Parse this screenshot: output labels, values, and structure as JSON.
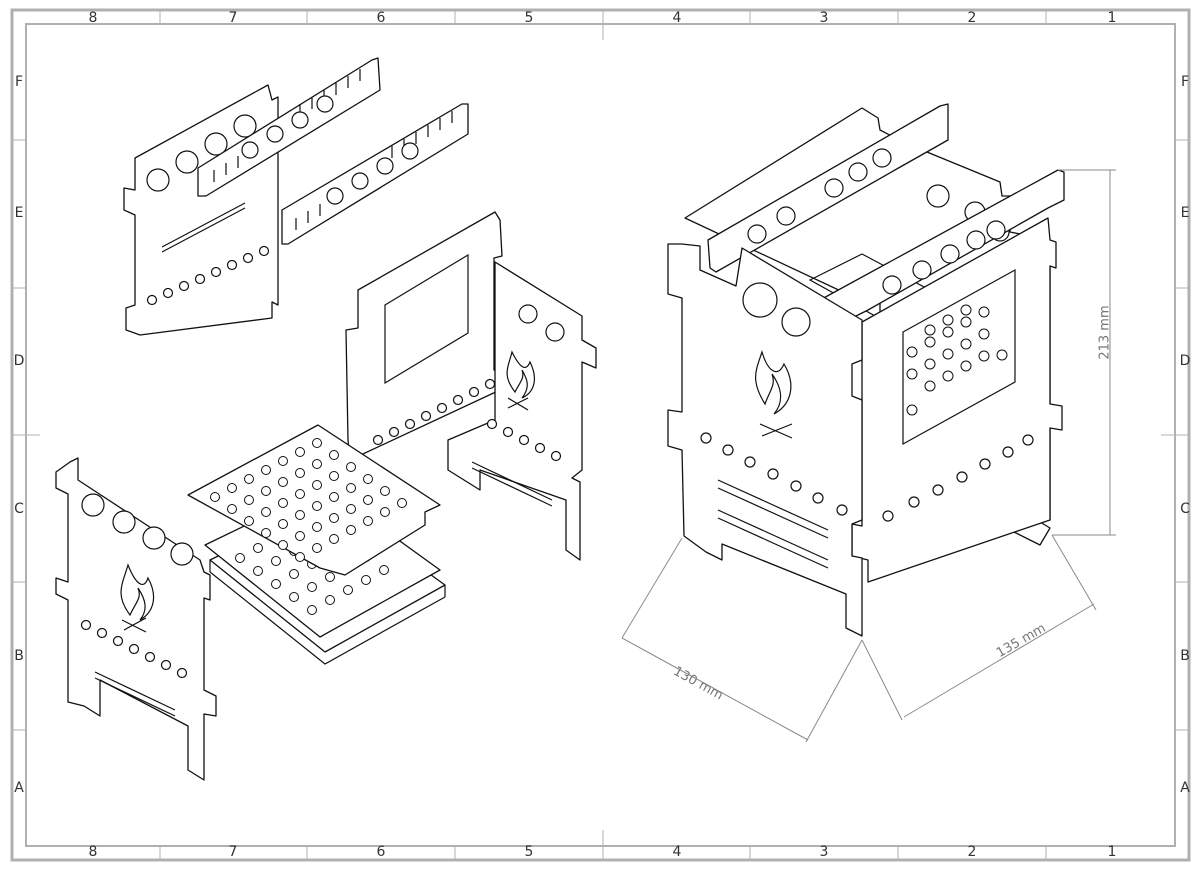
{
  "drawing": {
    "zones_top": [
      "8",
      "7",
      "6",
      "5",
      "4",
      "3",
      "2",
      "1"
    ],
    "zones_bottom": [
      "8",
      "7",
      "6",
      "5",
      "4",
      "3",
      "2",
      "1"
    ],
    "zones_left": [
      "F",
      "E",
      "D",
      "C",
      "B",
      "A"
    ],
    "zones_right": [
      "F",
      "E",
      "D",
      "C",
      "B",
      "A"
    ],
    "dimensions": {
      "height": "213 mm",
      "depth": "130 mm",
      "width": "135 mm"
    }
  },
  "colors": {
    "frame": "#b0b0b0",
    "line": "#111111",
    "dimension": "#8a8a8a"
  }
}
